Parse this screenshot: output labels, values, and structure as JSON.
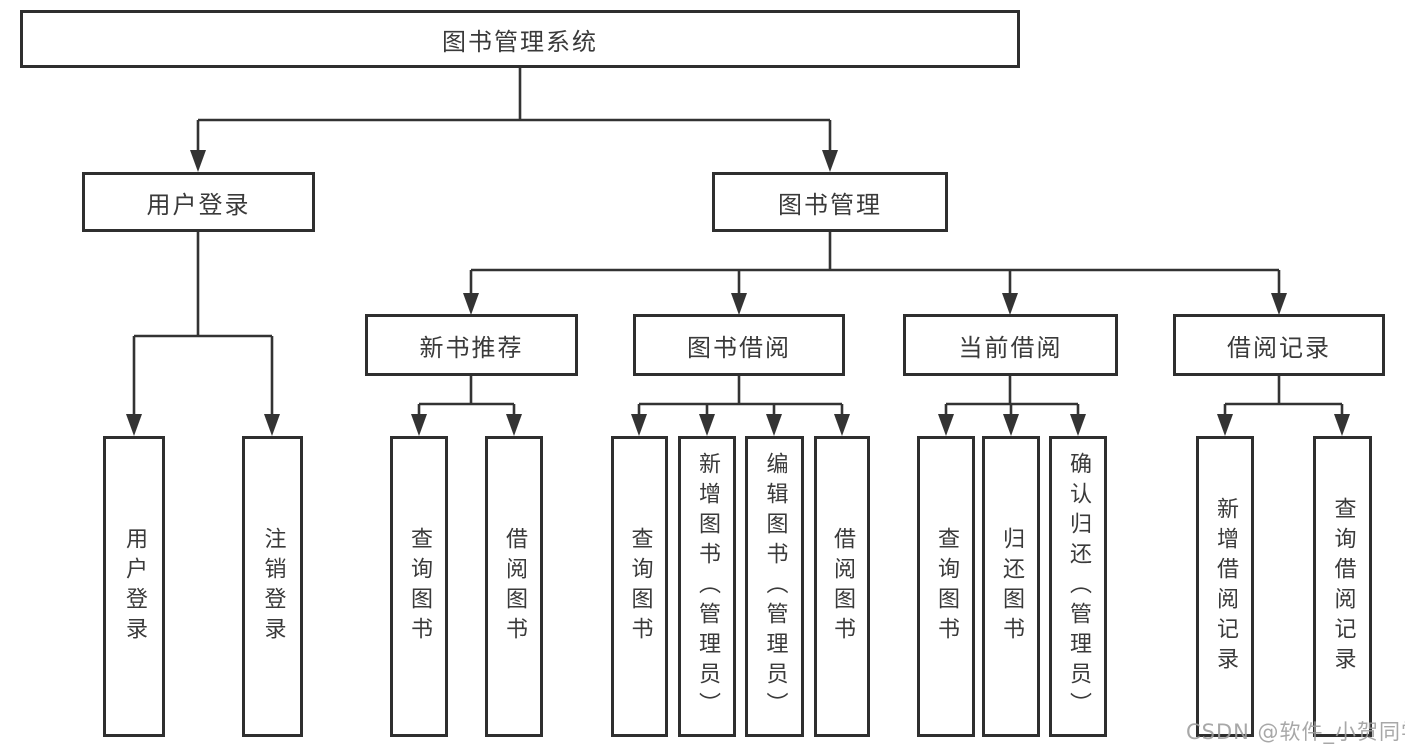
{
  "diagram": {
    "title": "图书管理系统",
    "level2": [
      {
        "label": "用户登录"
      },
      {
        "label": "图书管理"
      }
    ],
    "level3": [
      {
        "label": "新书推荐"
      },
      {
        "label": "图书借阅"
      },
      {
        "label": "当前借阅"
      },
      {
        "label": "借阅记录"
      }
    ],
    "leaves": {
      "user_login": [
        "用户登录",
        "注销登录"
      ],
      "new_book": [
        "查询图书",
        "借阅图书"
      ],
      "book_borrow": [
        "查询图书",
        "新增图书（管理员）",
        "编辑图书（管理员）",
        "借阅图书"
      ],
      "current_borrow": [
        "查询图书",
        "归还图书",
        "确认归还（管理员）"
      ],
      "borrow_record": [
        "新增借阅记录",
        "查询借阅记录"
      ]
    }
  },
  "watermark": {
    "text": "CSDN @软件_小贺同学"
  },
  "colors": {
    "line": "#333333",
    "box_border": "#2f2f2f",
    "box_background": "#ffffff",
    "watermark": "#9e9e9e"
  }
}
